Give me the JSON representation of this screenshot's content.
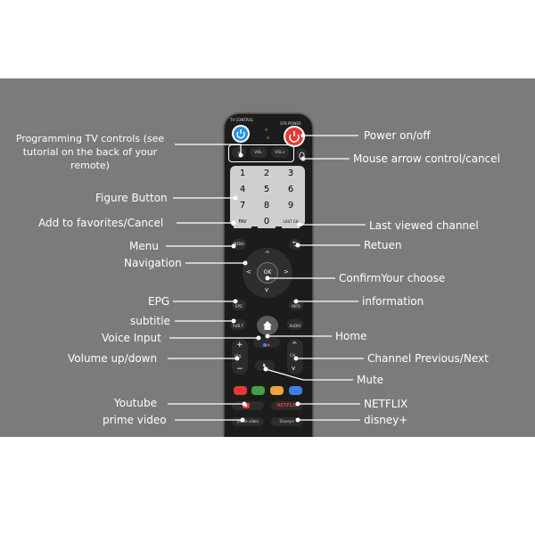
{
  "remote": {
    "tv_control": "TV CONTROL",
    "stb_power": "STB POWER",
    "fav": "FAV",
    "last_ch": "LAST CH",
    "vol_minus": "VOL-",
    "vol_plus": "VOL+",
    "numbers": [
      "1",
      "2",
      "3",
      "4",
      "5",
      "6",
      "7",
      "8",
      "9",
      "0"
    ],
    "ok": "OK",
    "menu": "MENU",
    "epg": "EPG",
    "info": "INFO",
    "subt": "SUB.T",
    "audio": "AUDIO",
    "vol": "VOL",
    "ch": "CH",
    "netflix": "NETFLIX",
    "prime": "prime video",
    "disney": "Disney+",
    "plus": "+",
    "minus": "−",
    "ch_up": "^",
    "ch_down": "v",
    "colors": [
      "#e53935",
      "#43a047",
      "#f0a23c",
      "#3f7fe0"
    ]
  },
  "labels": {
    "programming": "Programming TV controls (see\ntutorial on the back of your remote)",
    "figure_button": "Figure Button",
    "favorites": "Add to favorites/Cancel",
    "menu": "Menu",
    "navigation": "Navigation",
    "epg": "EPG",
    "subtitle": "subtitle",
    "voice_input": "Voice Input",
    "volume": "Volume up/down",
    "youtube": "Youtube",
    "prime_video": "prime video",
    "power": "Power on/off",
    "mouse": "Mouse arrow control/cancel",
    "last_viewed": "Last viewed channel",
    "retuen": "Retuen",
    "confirm": "ConfirmYour choose",
    "information": "information",
    "home": "Home",
    "channel": "Channel Previous/Next",
    "mute": "Mute",
    "netflix": "NETFLIX",
    "disney": "disney+"
  }
}
